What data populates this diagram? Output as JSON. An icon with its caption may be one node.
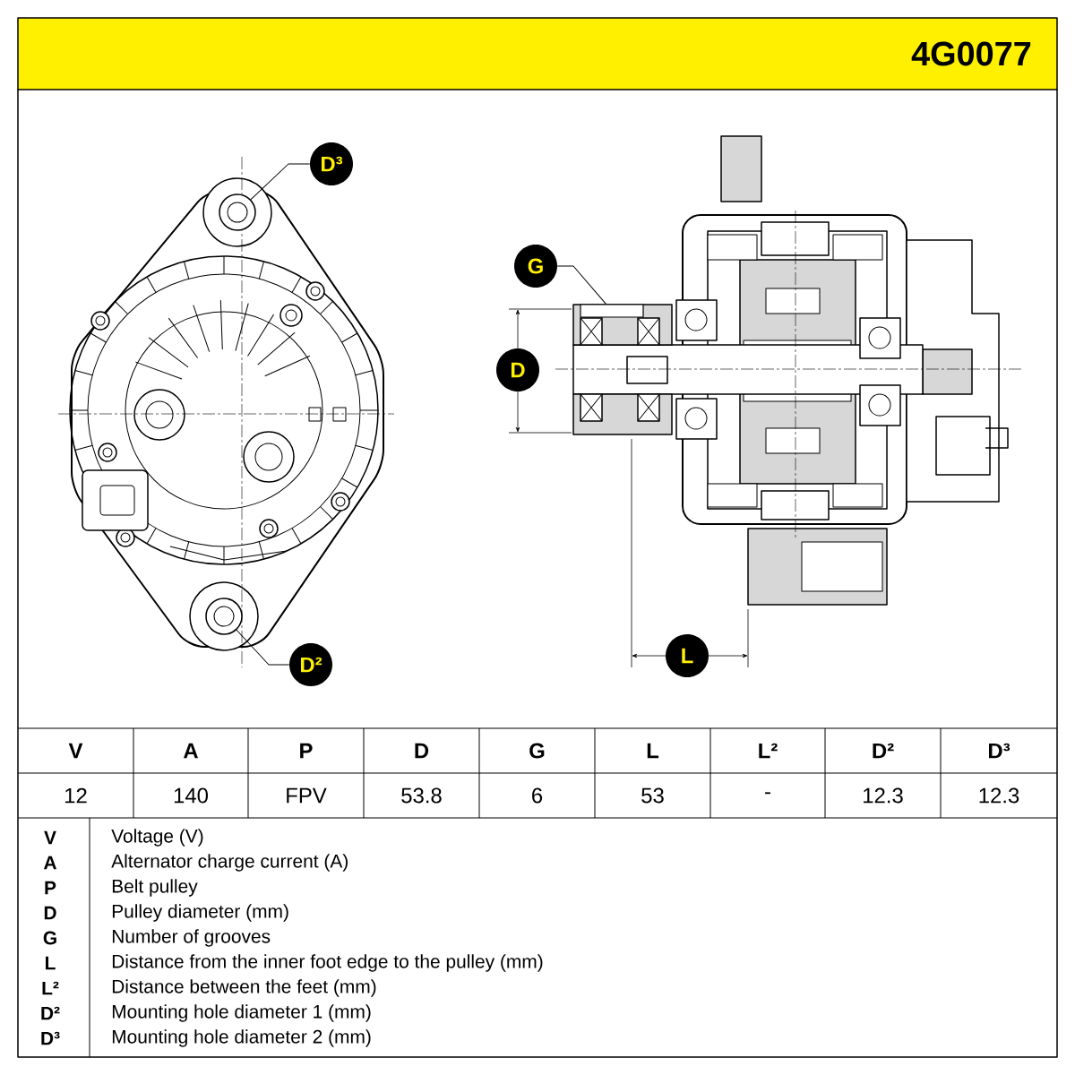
{
  "diagram": {
    "nodes": [
      {
        "text": [
          "D³"
        ]
      },
      {
        "text": [],
        "shape": "circle"
      },
      {
        "text": [
          "G"
        ]
      },
      {
        "text": [],
        "shape": "box"
      },
      {
        "text": [
          "D²"
        ]
      },
      {
        "text": [],
        "shape": "circle"
      }
    ],
    "edges": [
      {
        "from": 0,
        "to": 1,
        "arrow": "none"
      },
      {
        "from": 2,
        "to": 3,
        "arrow": "none"
      },
      {
        "from": 4,
        "to": 5,
        "arrow": "none"
      }
    ],
    "labels": [
      "4G0077",
      "D",
      "L",
      "V",
      "A",
      "P",
      "D",
      "G",
      "L",
      "L²",
      "D²",
      "D³",
      "12",
      "140",
      "FPV",
      "53.8",
      "6",
      "53",
      "-",
      "12.3",
      "12.3",
      "V",
      "Voltage (V)",
      "A",
      "Alternator charge current (A)",
      "P",
      "Belt pulley",
      "D",
      "Pulley diameter (mm)",
      "G",
      "Number of grooves",
      "L",
      "Distance from the inner foot edge to the pulley (mm)",
      "L²",
      "Distance between the feet (mm)",
      "D²",
      "Mounting hole diameter 1 (mm)",
      "D³",
      "Mounting hole diameter 2 (mm)"
    ]
  }
}
